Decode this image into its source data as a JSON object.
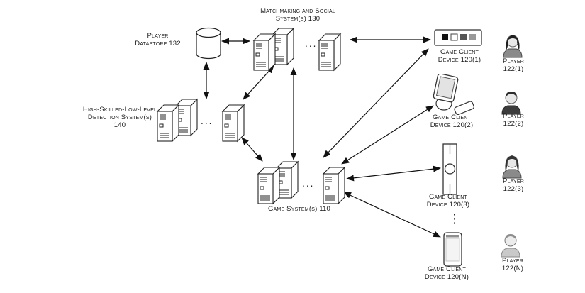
{
  "diagram": {
    "ellipsis": "...",
    "vertical_ellipsis": "⋮",
    "matchmaking": {
      "line1": "Matchmaking and Social",
      "line2": "System(s) 130"
    },
    "datastore": {
      "line1": "Player",
      "line2": "Datastore 132"
    },
    "detection": {
      "line1": "High-Skilled-Low-Level",
      "line2": "Detection System(s)",
      "line3": "140"
    },
    "game_system": {
      "label": "Game System(s) 110"
    },
    "devices": [
      {
        "line1": "Game Client",
        "line2": "Device 120(1)",
        "icon": "set-top-box"
      },
      {
        "line1": "Game Client",
        "line2": "Device 120(2)",
        "icon": "desktop-computer"
      },
      {
        "line1": "Game Client",
        "line2": "Device 120(3)",
        "icon": "game-console"
      },
      {
        "line1": "Game Client",
        "line2": "Device 120(N)",
        "icon": "smartphone"
      }
    ],
    "players": [
      {
        "line1": "Player",
        "line2": "122(1)"
      },
      {
        "line1": "Player",
        "line2": "122(2)"
      },
      {
        "line1": "Player",
        "line2": "122(3)"
      },
      {
        "line1": "Player",
        "line2": "122(N)"
      }
    ],
    "colors": {
      "line": "#1a1a1a",
      "fill": "#ffffff"
    }
  }
}
